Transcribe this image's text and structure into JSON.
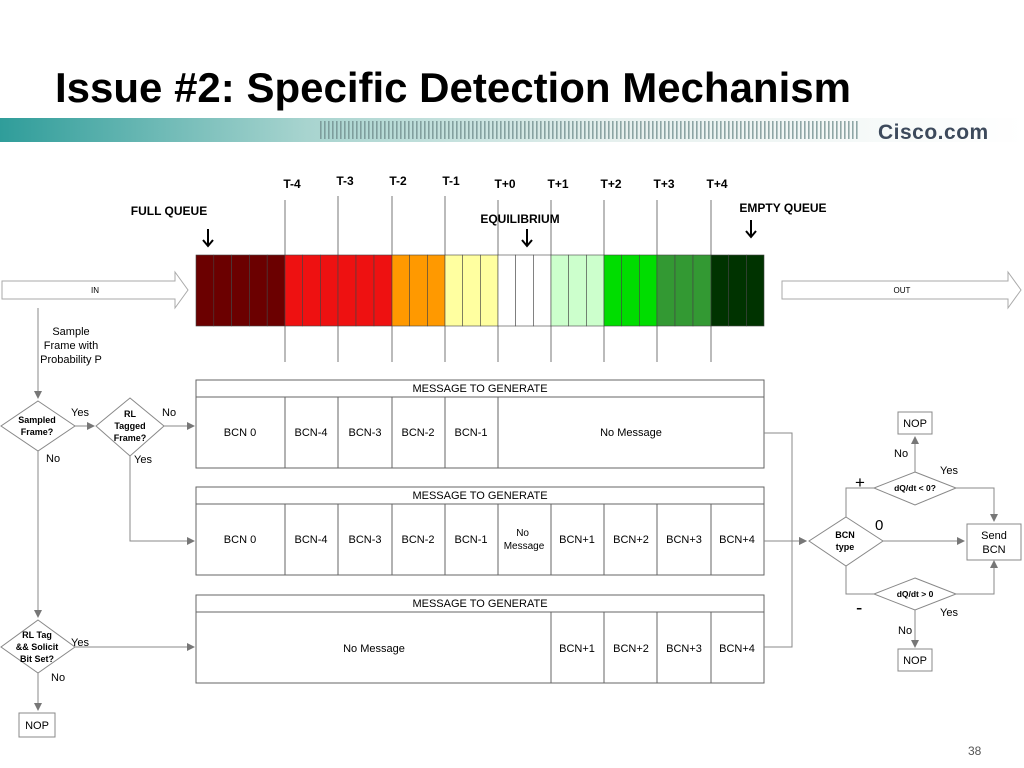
{
  "title": "Issue #2: Specific Detection Mechanism",
  "logo": "Cisco.com",
  "page_number": "38",
  "time_labels": [
    "T-4",
    "T-3",
    "T-2",
    "T-1",
    "T+0",
    "T+1",
    "T+2",
    "T+3",
    "T+4"
  ],
  "queue_markers": {
    "full": "FULL QUEUE",
    "equilibrium": "EQUILIBRIUM",
    "empty": "EMPTY QUEUE"
  },
  "arrows": {
    "in": "IN",
    "out": "OUT"
  },
  "colors": {
    "dark_red": "#6b0000",
    "red": "#ee1111",
    "orange": "#ff9900",
    "pale_yellow": "#ffffa0",
    "white": "#ffffff",
    "pale_green": "#ccffcc",
    "green": "#00dd00",
    "mid_green": "#339933",
    "dark_green": "#003300"
  },
  "sample_text": [
    "Sample",
    "Frame with",
    "Probability P"
  ],
  "decisions": {
    "sampled": [
      "Sampled",
      "Frame?"
    ],
    "rl_tagged": [
      "RL",
      "Tagged",
      "Frame?"
    ],
    "rl_tag_solicit": [
      "RL Tag",
      "&& Solicit",
      "Bit Set?"
    ],
    "bcn_type": [
      "BCN",
      "type"
    ],
    "dq_neg": "dQ/dt < 0?",
    "dq_pos": "dQ/dt > 0"
  },
  "flow_labels": {
    "yes": "Yes",
    "no": "No",
    "plus": "+",
    "zero": "0",
    "minus": "-"
  },
  "tables": [
    {
      "header": "MESSAGE TO GENERATE",
      "cells": [
        "BCN 0",
        "BCN-4",
        "BCN-3",
        "BCN-2",
        "BCN-1",
        "No Message"
      ]
    },
    {
      "header": "MESSAGE TO GENERATE",
      "cells": [
        "BCN 0",
        "BCN-4",
        "BCN-3",
        "BCN-2",
        "BCN-1",
        "No Message",
        "BCN+1",
        "BCN+2",
        "BCN+3",
        "BCN+4"
      ]
    },
    {
      "header": "MESSAGE TO GENERATE",
      "cells": [
        "No Message",
        "BCN+1",
        "BCN+2",
        "BCN+3",
        "BCN+4"
      ]
    }
  ],
  "boxes": {
    "nop": "NOP",
    "send_bcn": [
      "Send",
      "BCN"
    ]
  }
}
